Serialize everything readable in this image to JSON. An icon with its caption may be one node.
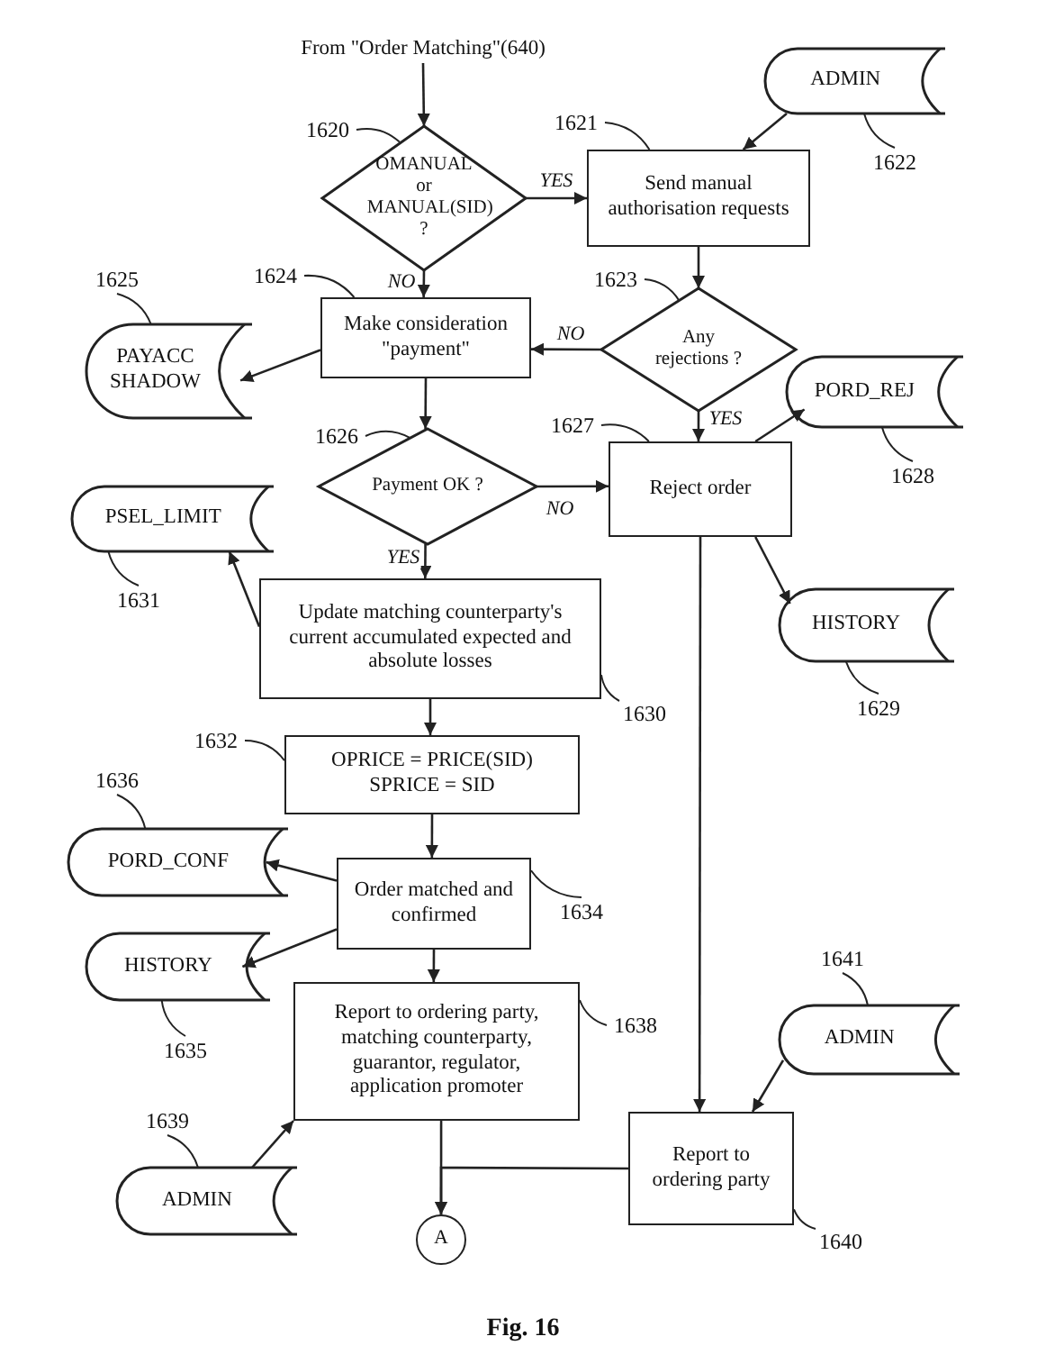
{
  "diagram": {
    "caption": "Fig. 16",
    "nodes": [
      {
        "text": [
          "From \"Order Matching\"(640)"
        ]
      },
      {
        "text": [
          "OMANUAL or MANUAL(SID) ?"
        ]
      },
      {
        "text": [
          "Send manual authorisation requests"
        ]
      },
      {
        "text": [
          "ADMIN"
        ]
      },
      {
        "text": [
          "Any rejections ?"
        ]
      },
      {
        "text": [
          "Make consideration \"payment\""
        ]
      },
      {
        "text": [
          "PAYACC SHADOW"
        ]
      },
      {
        "text": [
          "Payment OK ?"
        ]
      },
      {
        "text": [
          "Reject order"
        ]
      },
      {
        "text": [
          "PORD_REJ"
        ]
      },
      {
        "text": [
          "PSEL_LIMIT"
        ]
      },
      {
        "text": [
          "Update matching counterparty's current accumulated expected and absolute losses"
        ]
      },
      {
        "text": [
          "HISTORY"
        ]
      },
      {
        "text": [
          "OPRICE = PRICE(SID) SPRICE = SID"
        ]
      },
      {
        "text": [
          "PORD_CONF"
        ]
      },
      {
        "text": [
          "Order matched and confirmed"
        ]
      },
      {
        "text": [
          "HISTORY"
        ]
      },
      {
        "text": [
          "Report to ordering party, matching counterparty, guarantor, regulator, application promoter"
        ]
      },
      {
        "text": [
          "ADMIN"
        ]
      },
      {
        "text": [
          "ADMIN"
        ]
      },
      {
        "text": [
          "Report to ordering party"
        ]
      },
      {
        "text": [
          "A"
        ]
      },
      {
        "text": [
          "1620"
        ]
      },
      {
        "text": [
          "1621"
        ]
      },
      {
        "text": [
          "1622"
        ]
      },
      {
        "text": [
          "1624"
        ]
      },
      {
        "text": [
          "1625"
        ]
      },
      {
        "text": [
          "1623"
        ]
      },
      {
        "text": [
          "1626"
        ]
      },
      {
        "text": [
          "1627"
        ]
      },
      {
        "text": [
          "1628"
        ]
      },
      {
        "text": [
          "1631"
        ]
      },
      {
        "text": [
          "1630"
        ]
      },
      {
        "text": [
          "1629"
        ]
      },
      {
        "text": [
          "1632"
        ]
      },
      {
        "text": [
          "1636"
        ]
      },
      {
        "text": [
          "1634"
        ]
      },
      {
        "text": [
          "1635"
        ]
      },
      {
        "text": [
          "1638"
        ]
      },
      {
        "text": [
          "1641"
        ]
      },
      {
        "text": [
          "1639"
        ]
      },
      {
        "text": [
          "1640"
        ]
      }
    ],
    "edges": [
      {
        "from": 0,
        "to": 1,
        "arrow": "to"
      },
      {
        "from": 1,
        "to": 2,
        "arrow": "to",
        "label": "YES"
      },
      {
        "from": 1,
        "to": 5,
        "arrow": "to",
        "label": "NO"
      },
      {
        "from": 3,
        "to": 2,
        "arrow": "to"
      },
      {
        "from": 2,
        "to": 4,
        "arrow": "to"
      },
      {
        "from": 4,
        "to": 5,
        "arrow": "to",
        "label": "NO"
      },
      {
        "from": 4,
        "to": 8,
        "arrow": "to",
        "label": "YES"
      },
      {
        "from": 5,
        "to": 6,
        "arrow": "to"
      },
      {
        "from": 5,
        "to": 7,
        "arrow": "to"
      },
      {
        "from": 7,
        "to": 8,
        "arrow": "to",
        "label": "NO"
      },
      {
        "from": 7,
        "to": 11,
        "arrow": "to",
        "label": "YES"
      },
      {
        "from": 11,
        "to": 10,
        "arrow": "to"
      },
      {
        "from": 8,
        "to": 9,
        "arrow": "to"
      },
      {
        "from": 8,
        "to": 12,
        "arrow": "to"
      },
      {
        "from": 8,
        "to": 20,
        "arrow": "to"
      },
      {
        "from": 11,
        "to": 13,
        "arrow": "to"
      },
      {
        "from": 13,
        "to": 15,
        "arrow": "to"
      },
      {
        "from": 15,
        "to": 14,
        "arrow": "to"
      },
      {
        "from": 15,
        "to": 16,
        "arrow": "to"
      },
      {
        "from": 15,
        "to": 17,
        "arrow": "to"
      },
      {
        "from": 19,
        "to": 17,
        "arrow": "to"
      },
      {
        "from": 18,
        "to": 20,
        "arrow": "to"
      },
      {
        "from": 17,
        "to": 21,
        "arrow": "to"
      },
      {
        "from": 20,
        "to": 21,
        "arrow": "to"
      },
      {
        "from": 22,
        "to": 1,
        "arrow": "none"
      },
      {
        "from": 23,
        "to": 2,
        "arrow": "none"
      },
      {
        "from": 24,
        "to": 3,
        "arrow": "none"
      },
      {
        "from": 25,
        "to": 5,
        "arrow": "none"
      },
      {
        "from": 26,
        "to": 6,
        "arrow": "none"
      },
      {
        "from": 27,
        "to": 4,
        "arrow": "none"
      },
      {
        "from": 28,
        "to": 7,
        "arrow": "none"
      },
      {
        "from": 29,
        "to": 8,
        "arrow": "none"
      },
      {
        "from": 30,
        "to": 9,
        "arrow": "none"
      },
      {
        "from": 31,
        "to": 10,
        "arrow": "none"
      },
      {
        "from": 32,
        "to": 11,
        "arrow": "none"
      },
      {
        "from": 33,
        "to": 12,
        "arrow": "none"
      },
      {
        "from": 34,
        "to": 13,
        "arrow": "none"
      },
      {
        "from": 35,
        "to": 14,
        "arrow": "none"
      },
      {
        "from": 36,
        "to": 15,
        "arrow": "none"
      },
      {
        "from": 37,
        "to": 16,
        "arrow": "none"
      },
      {
        "from": 38,
        "to": 17,
        "arrow": "none"
      },
      {
        "from": 39,
        "to": 18,
        "arrow": "none"
      },
      {
        "from": 40,
        "to": 19,
        "arrow": "none"
      },
      {
        "from": 41,
        "to": 20,
        "arrow": "none"
      }
    ]
  }
}
